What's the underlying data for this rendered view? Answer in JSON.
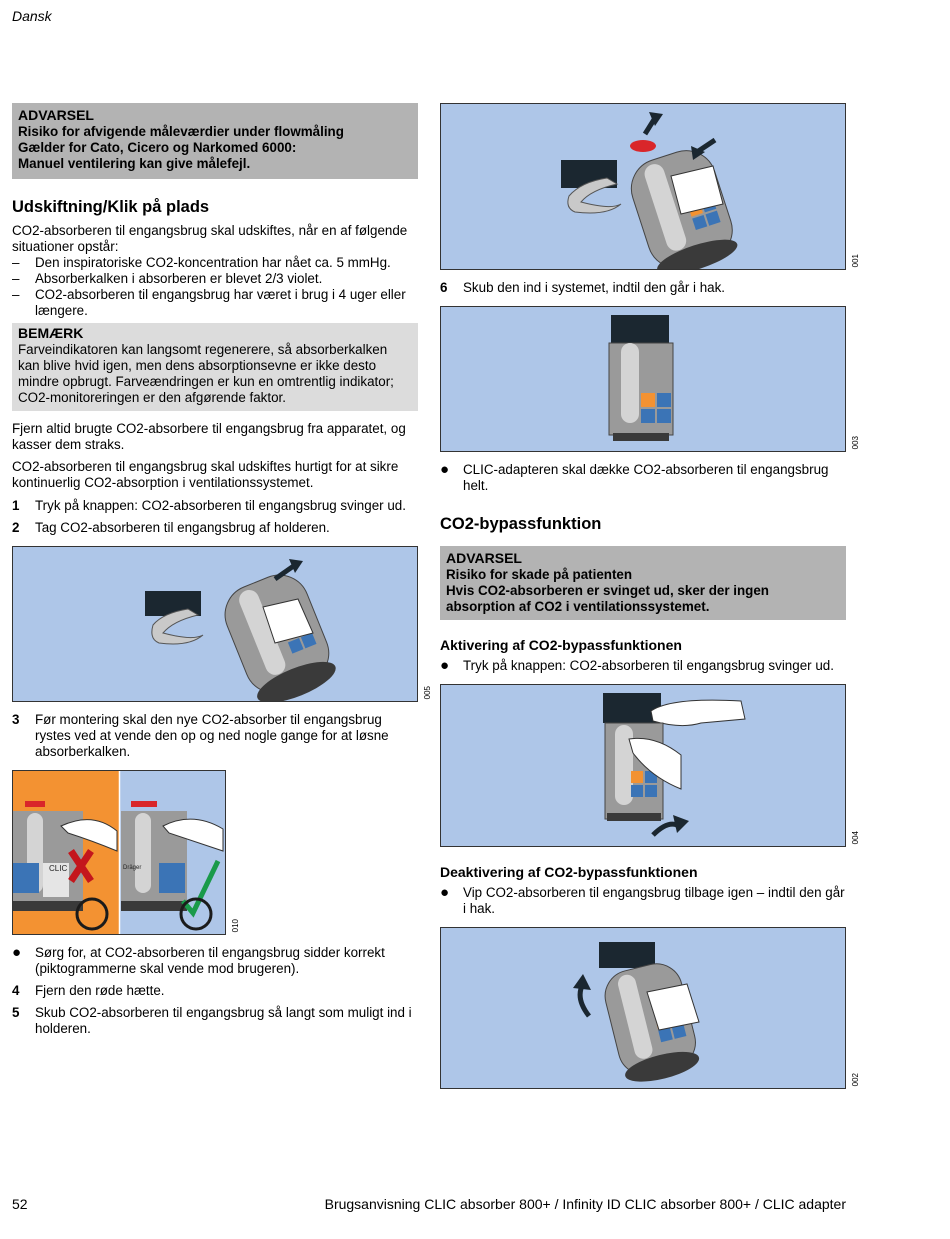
{
  "header": {
    "language": "Dansk"
  },
  "left": {
    "warning1": {
      "title": "ADVARSEL",
      "line1": "Risiko for afvigende måleværdier under flowmåling",
      "line2": "Gælder for Cato, Cicero og Narkomed 6000:",
      "line3": "Manuel ventilering kan give målefejl."
    },
    "heading": "Udskiftning/Klik på plads",
    "intro": "CO2-absorberen til engangsbrug skal udskiftes, når en af følgende situationer opstår:",
    "conditions": [
      "Den inspiratoriske CO2-koncentration har nået ca. 5 mmHg.",
      "Absorberkalken i absorberen er blevet 2/3 violet.",
      "CO2-absorberen til engangsbrug har været i brug i 4 uger eller længere."
    ],
    "note": {
      "title": "BEMÆRK",
      "text": "Farveindikatoren kan langsomt regenerere, så absorberkalken kan blive hvid igen, men dens absorptionsevne er ikke desto mindre opbrugt. Farveændringen er kun en omtrentlig indikator; CO2-monitoreringen er den afgørende faktor."
    },
    "para1": "Fjern altid brugte CO2-absorbere til engangsbrug fra apparatet, og kasser dem straks.",
    "para2": "CO2-absorberen til engangsbrug skal udskiftes hurtigt for at sikre kontinuerlig CO2-absorption i ventilationssystemet.",
    "steps12": [
      {
        "num": "1",
        "text": "Tryk på knappen: CO2-absorberen til engangsbrug svinger ud."
      },
      {
        "num": "2",
        "text": "Tag CO2-absorberen til engangsbrug af holderen."
      }
    ],
    "fig1_code": "005",
    "step3": {
      "num": "3",
      "text": "Før montering skal den nye CO2-absorber til engangsbrug rystes ved at vende den op og ned nogle gange for at løsne absorberkalken."
    },
    "fig2_code": "010",
    "fig2_label": "CLIC",
    "fig2_brand": "Dräger",
    "bullet1": "Sørg for, at CO2-absorberen til engangsbrug sidder korrekt (piktogrammerne skal vende mod brugeren).",
    "steps45": [
      {
        "num": "4",
        "text": "Fjern den røde hætte."
      },
      {
        "num": "5",
        "text": "Skub CO2-absorberen til engangsbrug så langt som muligt ind i holderen."
      }
    ]
  },
  "right": {
    "fig3_code": "001",
    "step6": {
      "num": "6",
      "text": "Skub den ind i systemet, indtil den går i hak."
    },
    "fig4_code": "003",
    "bullet2": "CLIC-adapteren skal dække CO2-absorberen til engangsbrug helt.",
    "heading2": "CO2-bypassfunktion",
    "warning2": {
      "title": "ADVARSEL",
      "line1": "Risiko for skade på patienten",
      "line2": "Hvis CO2-absorberen er svinget ud, sker der ingen absorption af CO2 i ventilationssystemet."
    },
    "sub1": "Aktivering af CO2-bypassfunktionen",
    "bullet3": "Tryk på knappen: CO2-absorberen til engangsbrug svinger ud.",
    "fig5_code": "004",
    "sub2": "Deaktivering af CO2-bypassfunktionen",
    "bullet4": "Vip CO2-absorberen til engangsbrug tilbage igen – indtil den går i hak.",
    "fig6_code": "002"
  },
  "footer": {
    "page": "52",
    "title": "Brugsanvisning CLIC absorber 800+ / Infinity ID CLIC absorber 800+ / CLIC adapter"
  },
  "colors": {
    "warning_bg": "#b3b3b3",
    "note_bg": "#dcdcdc",
    "figure_bg": "#aec6e8",
    "orange": "#f39232",
    "cap_red": "#d9262a",
    "cross_red": "#c4161c",
    "check_green": "#1a9a4a"
  }
}
